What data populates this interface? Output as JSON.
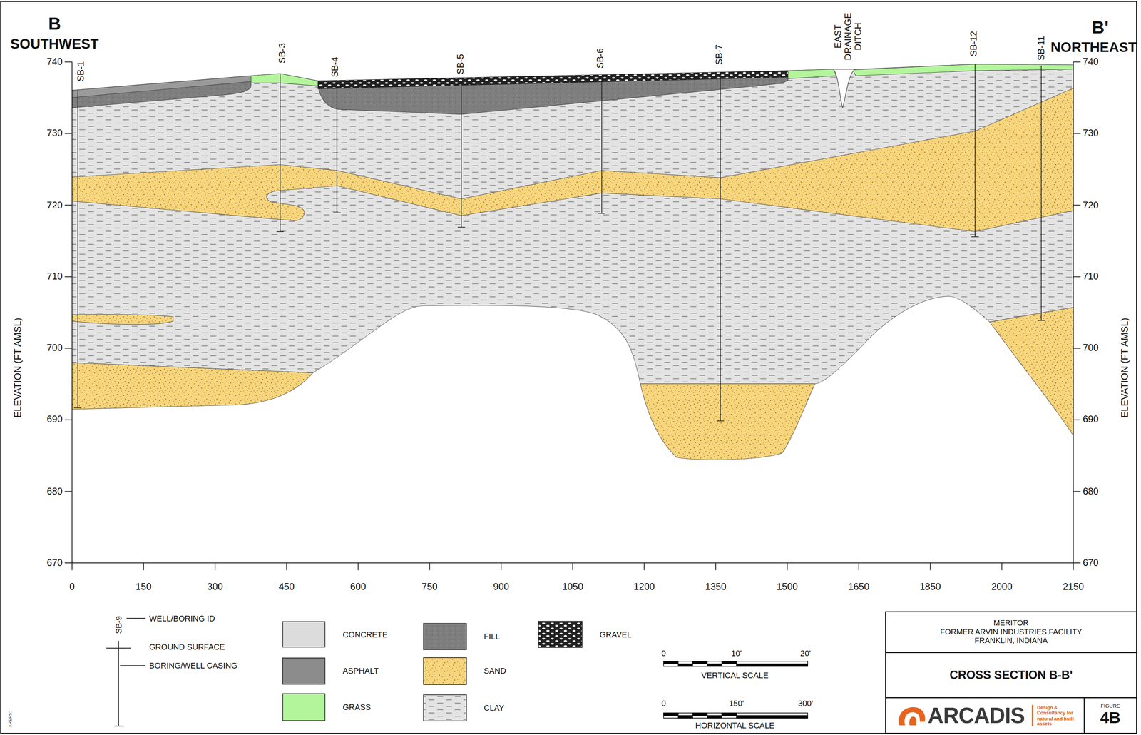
{
  "diagram": {
    "nodes": [
      {
        "text": [
          "MERITOR",
          "FORMER ARVIN INDUSTRIES FACILITY",
          "FRANKLIN, INDIANA"
        ]
      },
      {
        "text": [
          "CROSS SECTION B-B'"
        ]
      },
      {
        "text": [
          "ARCADIS",
          "Design & Consultancy for natural and built assets"
        ]
      },
      {
        "text": [
          "FIGURE",
          "4B"
        ]
      }
    ],
    "labels": [
      "B",
      "SOUTHWEST",
      "B'",
      "NORTHEAST",
      "SB-1",
      "SB-3",
      "SB-4",
      "SB-5",
      "SB-6",
      "SB-7",
      "EAST DRAINAGE DITCH",
      "SB-12",
      "SB-11",
      "740",
      "730",
      "720",
      "710",
      "700",
      "690",
      "680",
      "670",
      "740",
      "730",
      "720",
      "710",
      "700",
      "690",
      "680",
      "670",
      "ELEVATION (FT AMSL)",
      "ELEVATION (FT AMSL)",
      "0",
      "150",
      "300",
      "450",
      "600",
      "750",
      "900",
      "1050",
      "1200",
      "1350",
      "1500",
      "1650",
      "1850",
      "2000",
      "2150",
      "SB-9",
      "WELL/BORING ID",
      "GROUND SURFACE",
      "BORING/WELL CASING",
      "0",
      "10'",
      "20'",
      "VERTICAL SCALE",
      "0",
      "150'",
      "300'",
      "HORIZONTAL SCALE",
      "XREFS:"
    ],
    "legend": [
      {
        "text": "CONCRETE",
        "color": "#dcdcdc"
      },
      {
        "text": "ASPHALT",
        "color": "#8c8c8c"
      },
      {
        "text": "GRASS",
        "color": "#b3f59b"
      },
      {
        "text": "FILL"
      },
      {
        "text": "SAND"
      },
      {
        "text": "CLAY"
      },
      {
        "text": "GRAVEL"
      }
    ]
  }
}
